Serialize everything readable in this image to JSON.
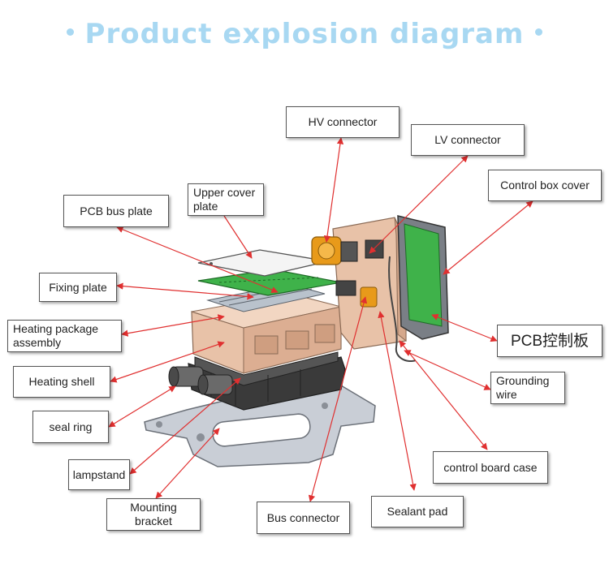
{
  "title": "Product explosion diagram",
  "colors": {
    "title": "#a8d8f2",
    "leader_line": "#e03030",
    "pcb_green": "#3fb24a",
    "casing_tan": "#e8c2a8",
    "connector_orange": "#e89a1a",
    "shell_dark": "#3a3a3a",
    "bracket_gray": "#c9ced6"
  },
  "labels": {
    "hv_connector": "HV connector",
    "lv_connector": "LV connector",
    "control_box_cover": "Control box cover",
    "upper_cover_plate": "Upper cover plate",
    "pcb_bus_plate": "PCB bus plate",
    "fixing_plate": "Fixing plate",
    "heating_package_assembly": "Heating package assembly",
    "pcb_control_board": "PCB控制板",
    "heating_shell": "Heating shell",
    "grounding_wire": "Grounding wire",
    "seal_ring": "seal ring",
    "control_board_case": "control board case",
    "lampstand": "lampstand",
    "mounting_bracket": "Mounting bracket",
    "bus_connector": "Bus connector",
    "sealant_pad": "Sealant pad"
  }
}
